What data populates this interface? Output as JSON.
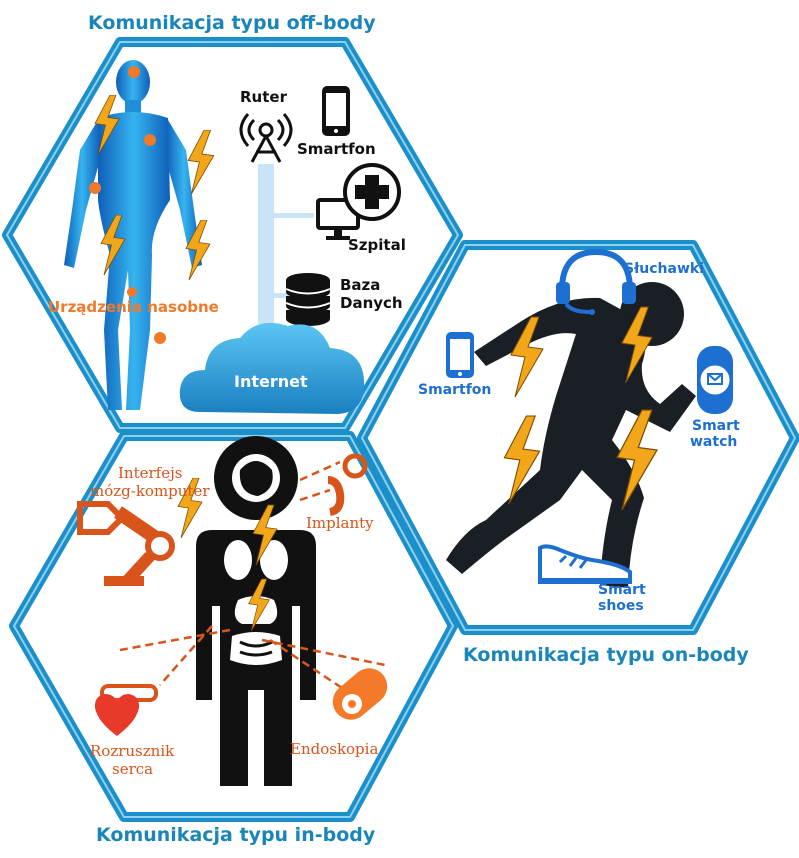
{
  "titles": {
    "off_body": "Komunikacja typu off-body",
    "on_body": "Komunikacja typu on-body",
    "in_body": "Komunikacja typu in-body"
  },
  "off_body": {
    "wearables": "Urządzenia nasobne",
    "router": "Ruter",
    "smartphone": "Smartfon",
    "hospital": "Szpital",
    "database_line1": "Baza",
    "database_line2": "Danych",
    "internet": "Internet"
  },
  "on_body": {
    "headphones": "Słuchawki",
    "smartphone": "Smartfon",
    "watch_line1": "Smart",
    "watch_line2": "watch",
    "shoes_line1": "Smart",
    "shoes_line2": "shoes"
  },
  "in_body": {
    "bci_line1": "Interfejs",
    "bci_line2": "mózg-komputer",
    "implants": "Implanty",
    "pacemaker_line1": "Rozrusznik",
    "pacemaker_line2": "serca",
    "endoscopy": "Endoskopia"
  },
  "colors": {
    "title": "#1a86b8",
    "hex_border": "#1a8fc9",
    "accent_blue": "#1e6fd2",
    "orange": "#d9541a",
    "lightning": "#f2a71b"
  }
}
